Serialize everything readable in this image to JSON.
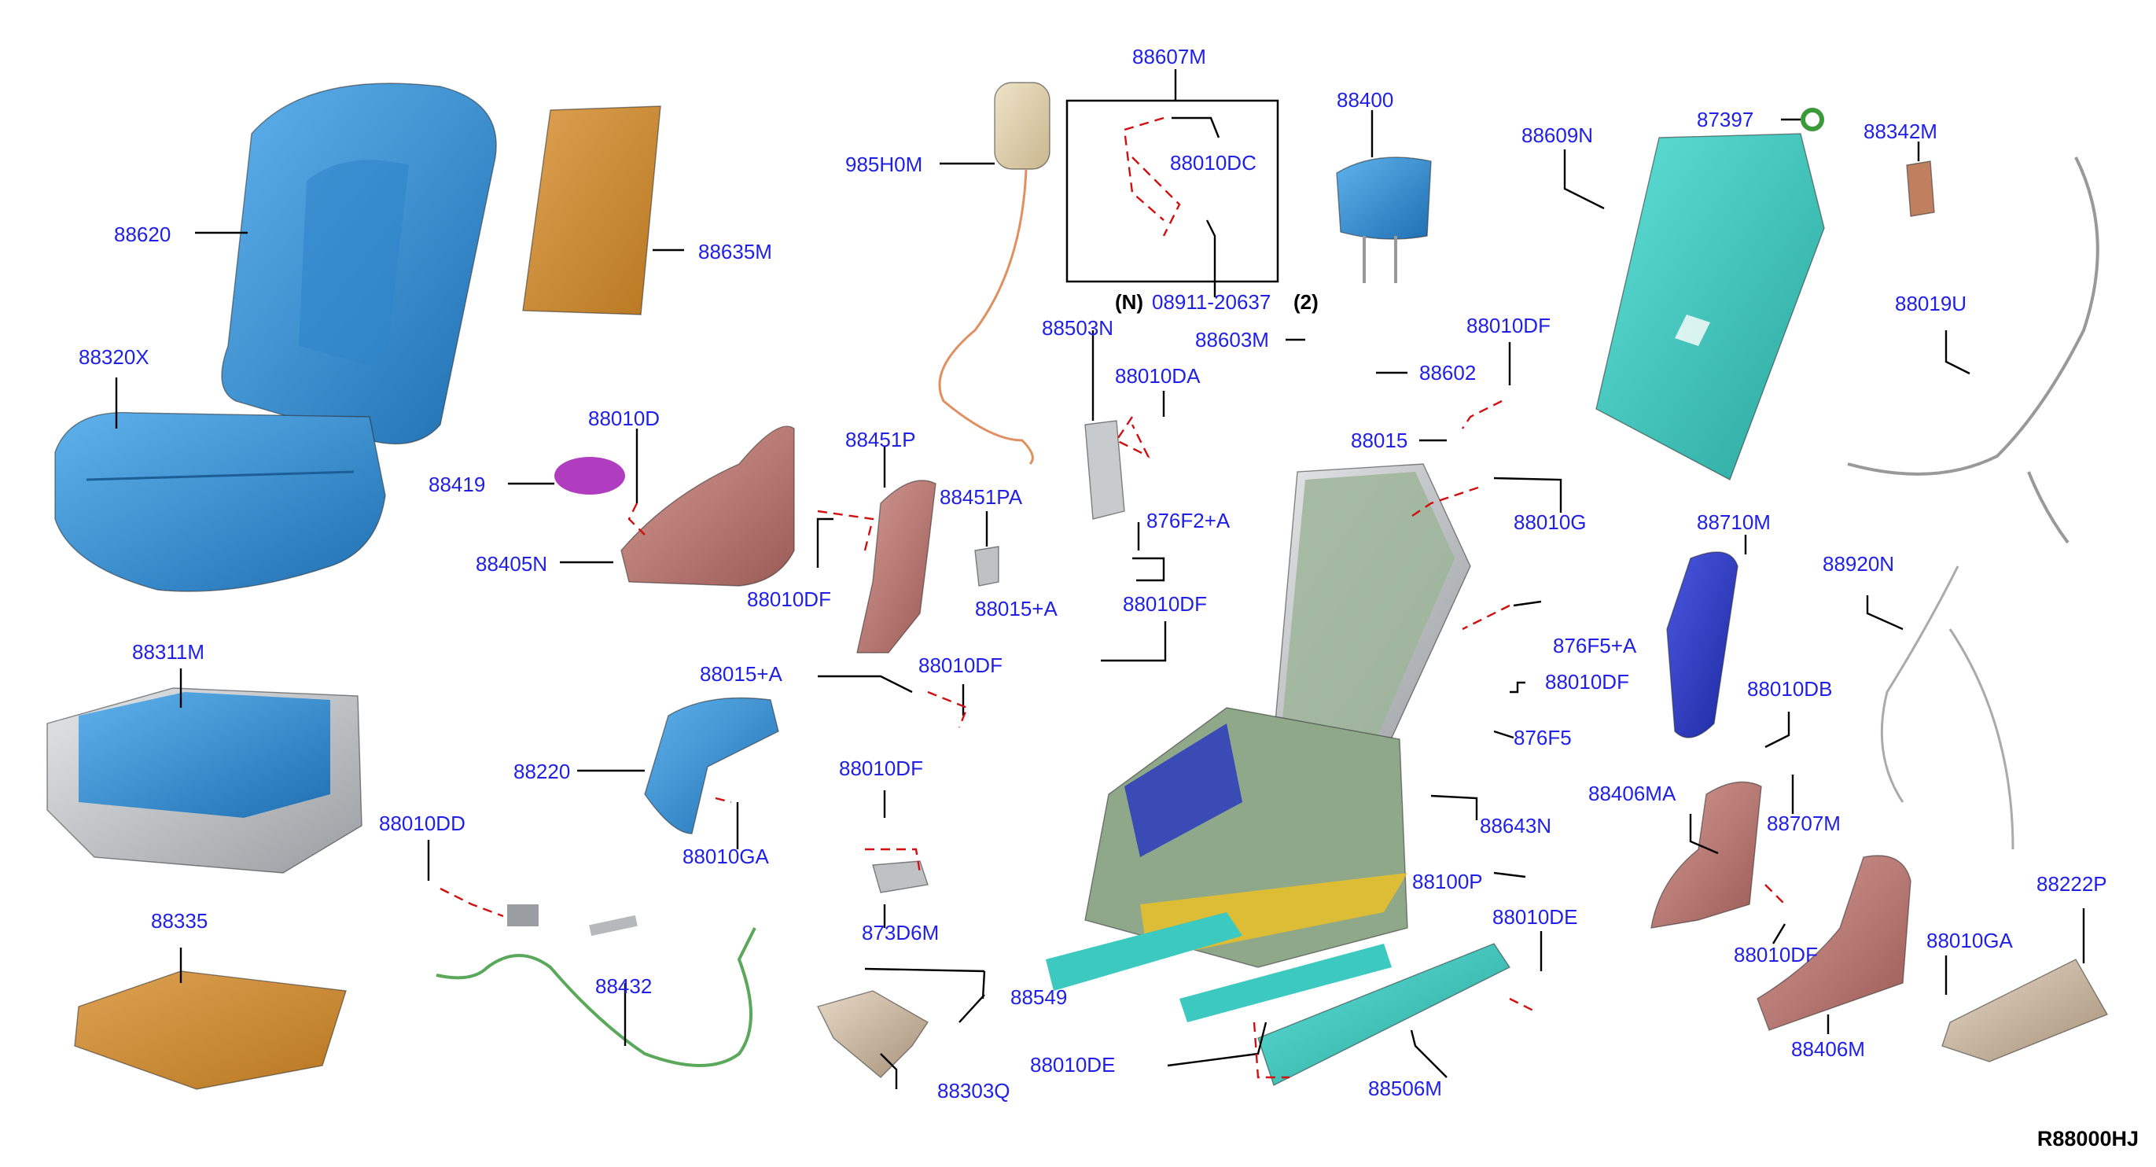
{
  "labels": {
    "p88620": "88620",
    "p88635M": "88635M",
    "p88320X": "88320X",
    "p88419": "88419",
    "p88010D": "88010D",
    "p88405N": "88405N",
    "p88311M": "88311M",
    "p88335": "88335",
    "p88220": "88220",
    "p88010GA_l": "88010GA",
    "p88010DD": "88010DD",
    "p88432": "88432",
    "p985H0M": "985H0M",
    "p88607M": "88607M",
    "p88010DC": "88010DC",
    "p08911": "08911-20637",
    "p88503N": "88503N",
    "p88010DA": "88010DA",
    "p88451P": "88451P",
    "p88451PA": "88451PA",
    "p88010DF_a": "88010DF",
    "p876F2A": "876F2+A",
    "p88010DF_b": "88010DF",
    "p88015A_c": "88015+A",
    "p88015A_l": "88015+A",
    "p88010DF_c": "88010DF",
    "p88010DF_d": "88010DF",
    "p873D6M": "873D6M",
    "p88549": "88549",
    "p88303Q": "88303Q",
    "p88010DE_b": "88010DE",
    "p88400": "88400",
    "p88603M": "88603M",
    "p88602": "88602",
    "p88010DF_e": "88010DF",
    "p88015": "88015",
    "p88010G": "88010G",
    "p876F5A": "876F5+A",
    "p88010DF_f": "88010DF",
    "p876F5": "876F5",
    "p88643N": "88643N",
    "p88100P": "88100P",
    "p88010DE_a": "88010DE",
    "p88506M": "88506M",
    "p88609N": "88609N",
    "p87397": "87397",
    "p88710M": "88710M",
    "p88010DB": "88010DB",
    "p88707M": "88707M",
    "p88406MA": "88406MA",
    "p88010DF_g": "88010DF",
    "p88406M": "88406M",
    "p88342M": "88342M",
    "p88019U": "88019U",
    "p88920N": "88920N",
    "p88010GA_r": "88010GA",
    "p88222P": "88222P"
  },
  "notes": {
    "n_prefix": "(N)",
    "n_qty": "(2)"
  },
  "diagram_code": "R88000HJ",
  "colors": {
    "label": "#1f1fe6",
    "leader": "#000000",
    "dashed": "#d01010",
    "blue_part": "#3b8fd4",
    "orange_part": "#cc8a2e",
    "pink_part": "#b8746e",
    "teal_part": "#3cc9c0",
    "frame": "#8fa88a",
    "purple": "#b03cc0",
    "navy": "#2433c0",
    "gray": "#bfc2c5"
  }
}
